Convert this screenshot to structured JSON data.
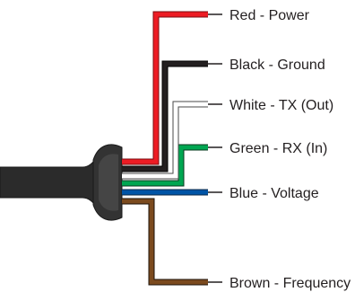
{
  "wires": [
    {
      "key": "red",
      "color": "#ed1c24",
      "label": "Red - Power"
    },
    {
      "key": "black",
      "color": "#231f20",
      "label": "Black - Ground"
    },
    {
      "key": "white",
      "color": "#ffffff",
      "label": "White - TX (Out)"
    },
    {
      "key": "green",
      "color": "#00a651",
      "label": "Green - RX (In)"
    },
    {
      "key": "blue",
      "color": "#0054a6",
      "label": "Blue - Voltage"
    },
    {
      "key": "brown",
      "color": "#7b4a1e",
      "label": "Brown - Frequency"
    }
  ],
  "cable": {
    "jacket_color": "#2b2b2b",
    "outline_color": "#3c3c3c"
  }
}
